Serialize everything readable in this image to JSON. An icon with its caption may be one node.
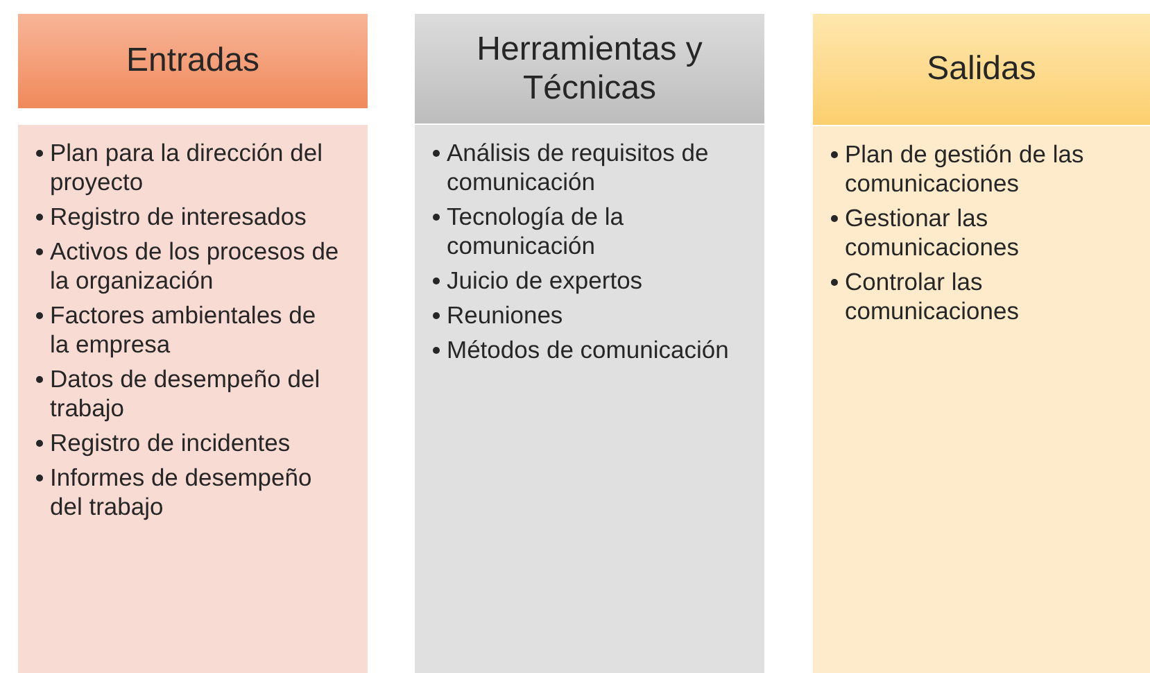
{
  "diagram": {
    "nodes": [
      {
        "text": [
          "Entradas"
        ]
      },
      {
        "text": [
          "Plan para la dirección del proyecto",
          "Registro de interesados",
          "Activos de los procesos de la organización",
          "Factores ambientales de la empresa",
          "Datos de desempeño del trabajo",
          "Registro de incidentes",
          "Informes de desempeño del trabajo"
        ]
      },
      {
        "text": [
          "Herramientas y Técnicas"
        ]
      },
      {
        "text": [
          "Análisis de requisitos de comunicación",
          "Tecnología de la comunicación",
          "Juicio de expertos",
          "Reuniones",
          "Métodos de comunicación"
        ]
      },
      {
        "text": [
          "Salidas"
        ]
      },
      {
        "text": [
          "Plan de gestión de las comunicaciones",
          "Gestionar las comunicaciones",
          "Controlar las comunicaciones"
        ]
      }
    ]
  }
}
